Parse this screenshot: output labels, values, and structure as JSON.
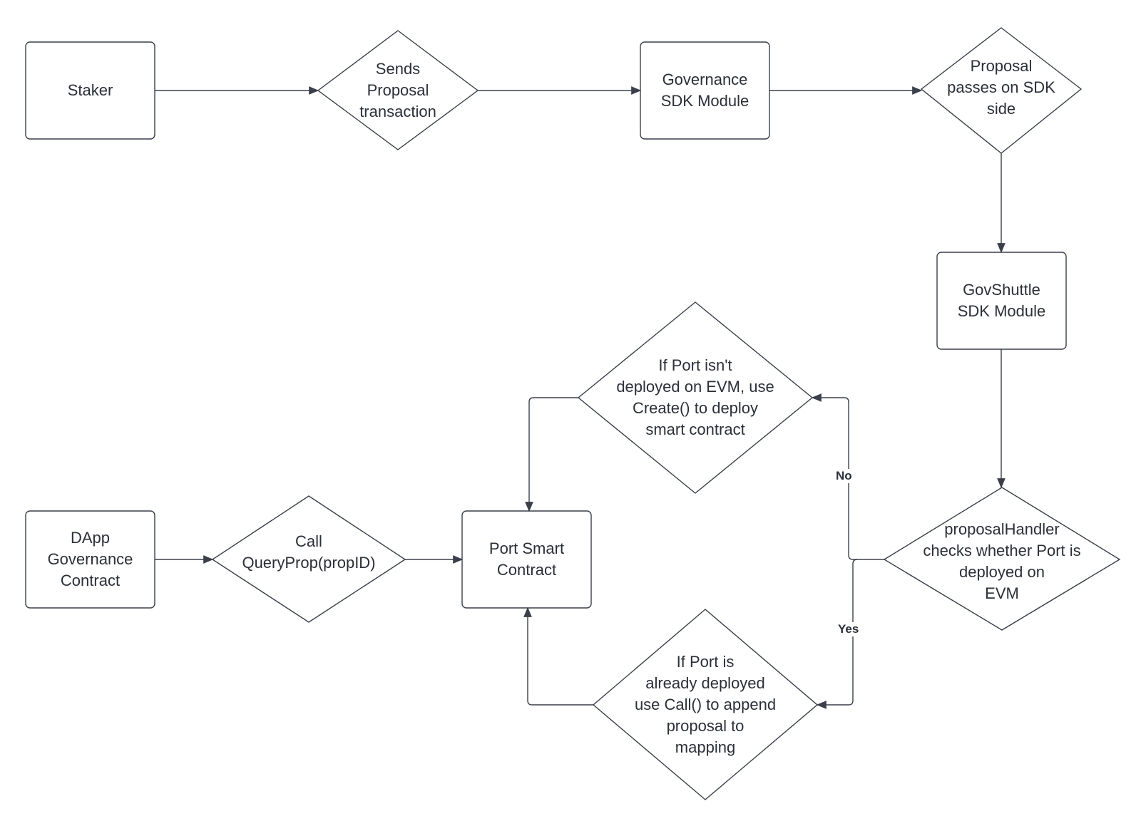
{
  "nodes": {
    "staker": {
      "label": "Staker",
      "shape": "rect"
    },
    "sends_proposal": {
      "label": "Sends\nProposal\ntransaction",
      "shape": "diamond"
    },
    "governance_sdk": {
      "label": "Governance\nSDK Module",
      "shape": "rect"
    },
    "proposal_passes": {
      "label": "Proposal\npasses on SDK\nside",
      "shape": "diamond"
    },
    "govshuttle_sdk": {
      "label": "GovShuttle\nSDK Module",
      "shape": "rect"
    },
    "proposal_handler": {
      "label": "proposalHandler\nchecks whether Port is\ndeployed on\nEVM",
      "shape": "diamond"
    },
    "not_deployed": {
      "label": "If Port isn't\ndeployed on EVM, use\nCreate() to deploy\nsmart contract",
      "shape": "diamond"
    },
    "already_deployed": {
      "label": "If Port is\nalready deployed\nuse Call() to append\nproposal to\nmapping",
      "shape": "diamond"
    },
    "port_smart_contract": {
      "label": "Port Smart\nContract",
      "shape": "rect"
    },
    "query_prop": {
      "label": "Call\nQueryProp(propID)",
      "shape": "diamond"
    },
    "dapp_governance": {
      "label": "DApp\nGovernance\nContract",
      "shape": "rect"
    }
  },
  "edges": [
    {
      "from": "staker",
      "to": "sends_proposal",
      "label": ""
    },
    {
      "from": "sends_proposal",
      "to": "governance_sdk",
      "label": ""
    },
    {
      "from": "governance_sdk",
      "to": "proposal_passes",
      "label": ""
    },
    {
      "from": "proposal_passes",
      "to": "govshuttle_sdk",
      "label": ""
    },
    {
      "from": "govshuttle_sdk",
      "to": "proposal_handler",
      "label": ""
    },
    {
      "from": "proposal_handler",
      "to": "not_deployed",
      "label": "No"
    },
    {
      "from": "proposal_handler",
      "to": "already_deployed",
      "label": "Yes"
    },
    {
      "from": "not_deployed",
      "to": "port_smart_contract",
      "label": ""
    },
    {
      "from": "already_deployed",
      "to": "port_smart_contract",
      "label": ""
    },
    {
      "from": "dapp_governance",
      "to": "query_prop",
      "label": ""
    },
    {
      "from": "query_prop",
      "to": "port_smart_contract",
      "label": ""
    }
  ],
  "edge_labels": {
    "no": "No",
    "yes": "Yes"
  },
  "colors": {
    "stroke": "#3a3f4a",
    "text": "#2b2f38",
    "background": "#ffffff"
  }
}
